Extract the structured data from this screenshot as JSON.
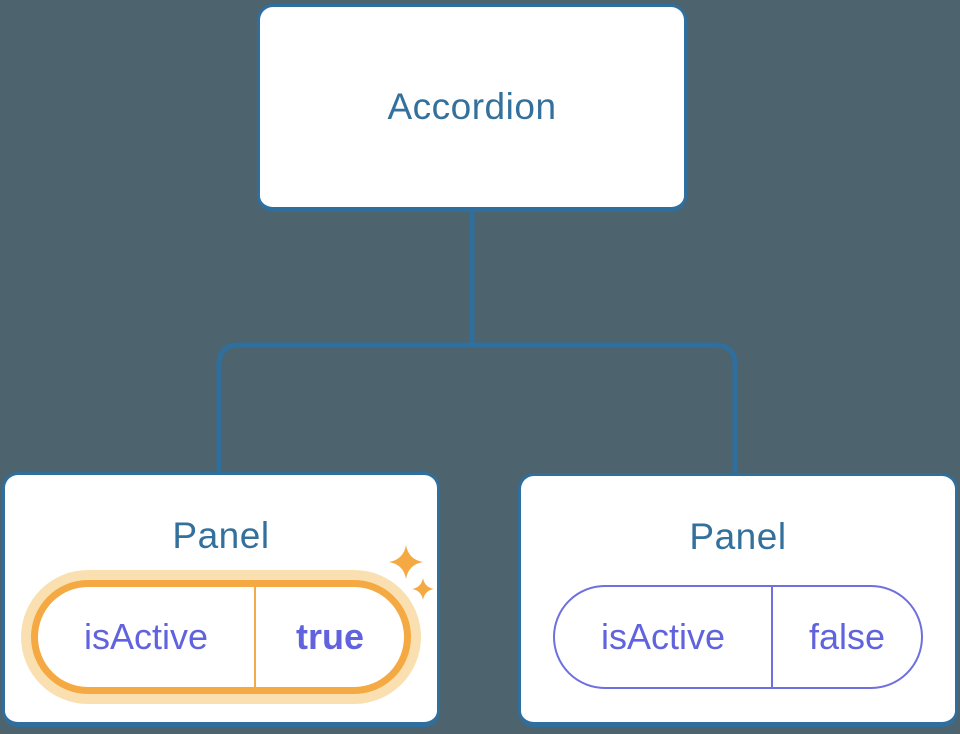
{
  "diagram": {
    "root_node": {
      "label": "Accordion"
    },
    "panel_nodes": [
      {
        "title": "Panel",
        "state_name": "isActive",
        "state_value": "true",
        "highlighted": true,
        "icon": "sparkles-icon"
      },
      {
        "title": "Panel",
        "state_name": "isActive",
        "state_value": "false",
        "highlighted": false
      }
    ],
    "colors": {
      "background": "#4d636e",
      "node_fill": "#ffffff",
      "node_border_blue": "#2f6f9e",
      "node_text_blue": "#33709c",
      "connector_blue": "#2f6f9e",
      "state_text_purple": "#6163de",
      "state_border_purple": "#6f6fdf",
      "highlight_orange": "#f5a942",
      "highlight_halo": "#fae0b0",
      "sparkle_orange": "#f5a942"
    }
  }
}
